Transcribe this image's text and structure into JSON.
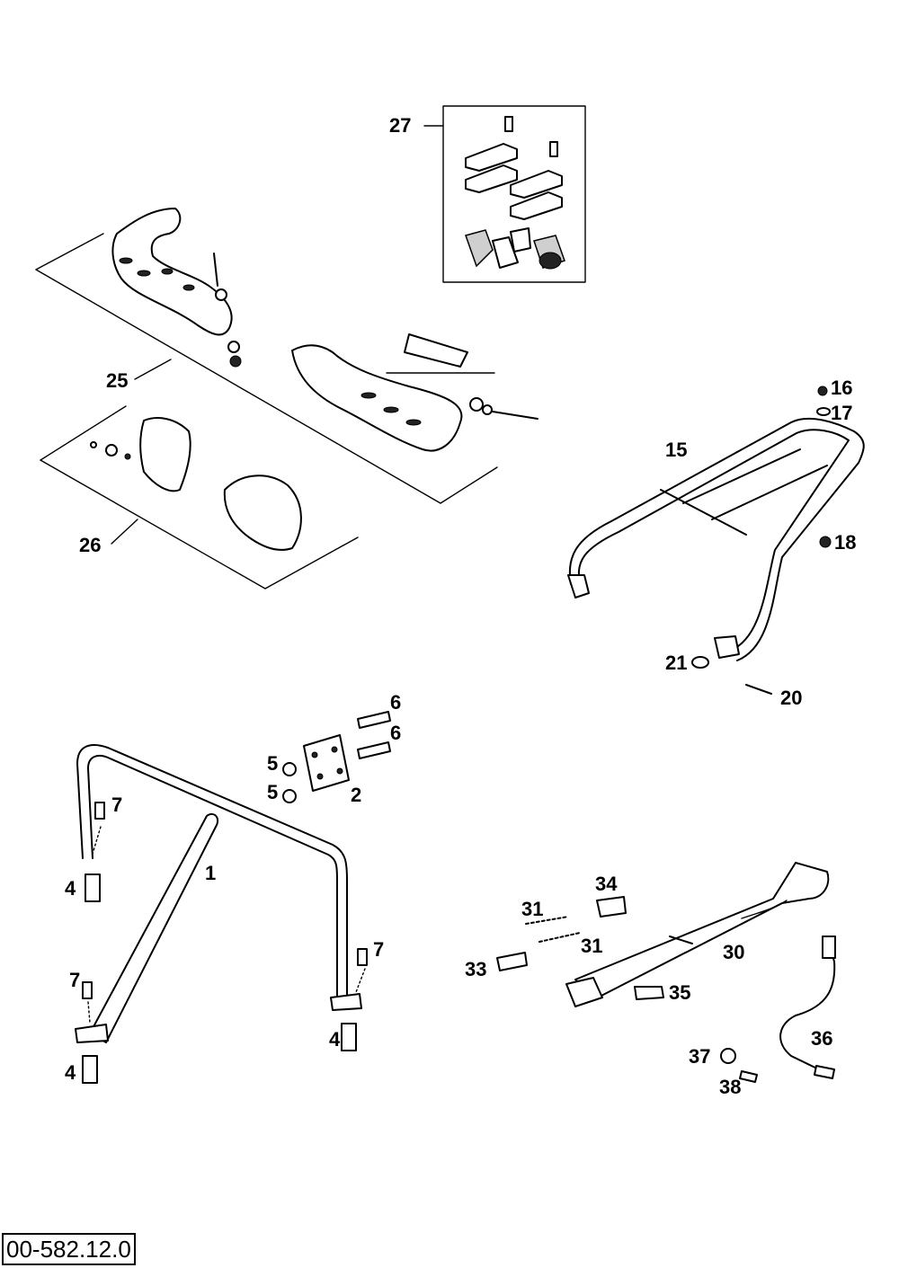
{
  "drawing_number": "00-582.12.0",
  "callouts": {
    "c1": "1",
    "c2": "2",
    "c4a": "4",
    "c4b": "4",
    "c4c": "4",
    "c5a": "5",
    "c5b": "5",
    "c6a": "6",
    "c6b": "6",
    "c7a": "7",
    "c7b": "7",
    "c7c": "7",
    "c15": "15",
    "c16": "16",
    "c17": "17",
    "c18": "18",
    "c20": "20",
    "c21": "21",
    "c25": "25",
    "c26": "26",
    "c27": "27",
    "c30": "30",
    "c31a": "31",
    "c31b": "31",
    "c33": "33",
    "c34": "34",
    "c35": "35",
    "c36": "36",
    "c37": "37",
    "c38": "38"
  }
}
